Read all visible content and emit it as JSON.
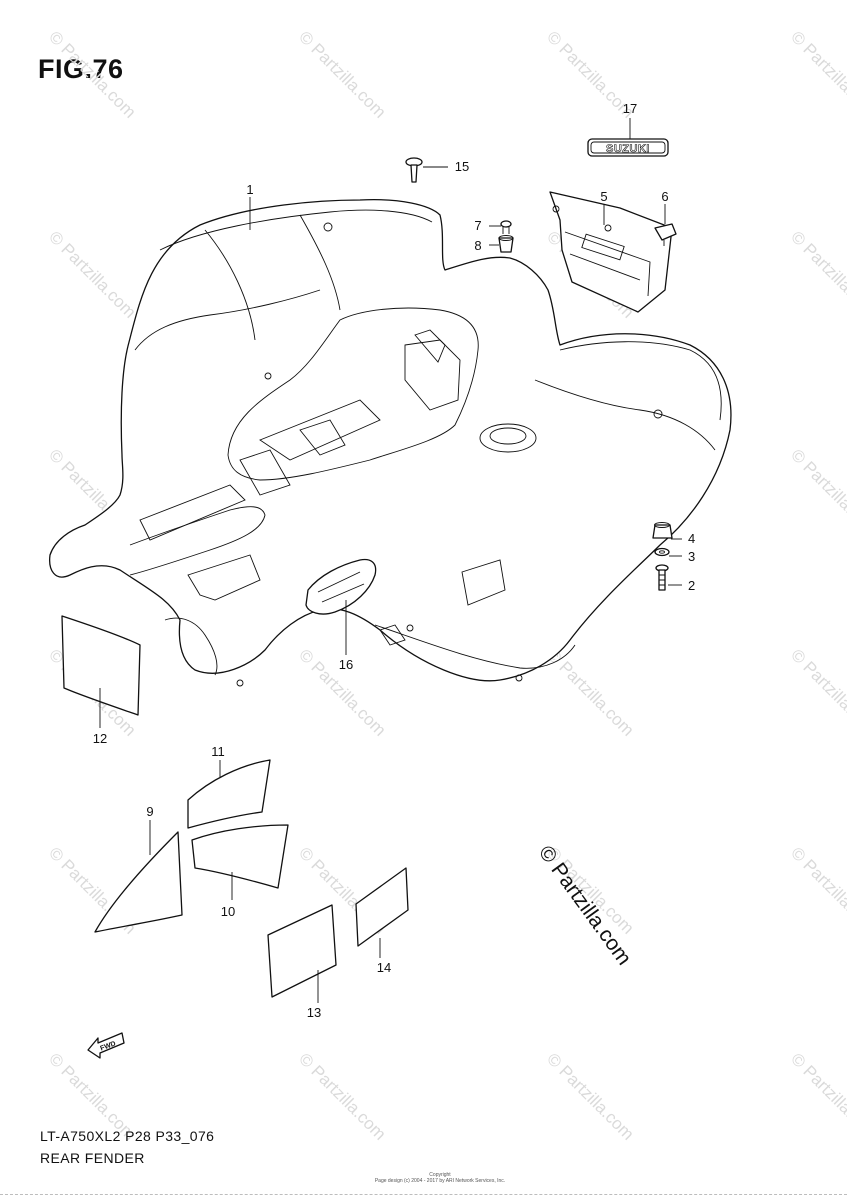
{
  "figure": {
    "title": "FIG.76",
    "model_code": "LT-A750XL2  P28  P33_076",
    "section_name": "REAR FENDER",
    "copyright_lines": [
      "Copyright",
      "Page design (c) 2004 - 2017 by ARI Network Services, Inc."
    ]
  },
  "watermark": {
    "text": "© Partzilla.com",
    "large_text": "© Partzilla.com"
  },
  "emblem": {
    "text": "SUZUKI"
  },
  "fwd_arrow": {
    "text": "FWD"
  },
  "callouts": [
    {
      "id": "1",
      "label": "1"
    },
    {
      "id": "2",
      "label": "2"
    },
    {
      "id": "3",
      "label": "3"
    },
    {
      "id": "4",
      "label": "4"
    },
    {
      "id": "5",
      "label": "5"
    },
    {
      "id": "6",
      "label": "6"
    },
    {
      "id": "7",
      "label": "7"
    },
    {
      "id": "8",
      "label": "8"
    },
    {
      "id": "9",
      "label": "9"
    },
    {
      "id": "10",
      "label": "10"
    },
    {
      "id": "11",
      "label": "11"
    },
    {
      "id": "12",
      "label": "12"
    },
    {
      "id": "13",
      "label": "13"
    },
    {
      "id": "14",
      "label": "14"
    },
    {
      "id": "15",
      "label": "15"
    },
    {
      "id": "16",
      "label": "16"
    },
    {
      "id": "17",
      "label": "17"
    }
  ],
  "colors": {
    "line": "#111111",
    "watermark": "#dadada",
    "background": "#ffffff"
  }
}
